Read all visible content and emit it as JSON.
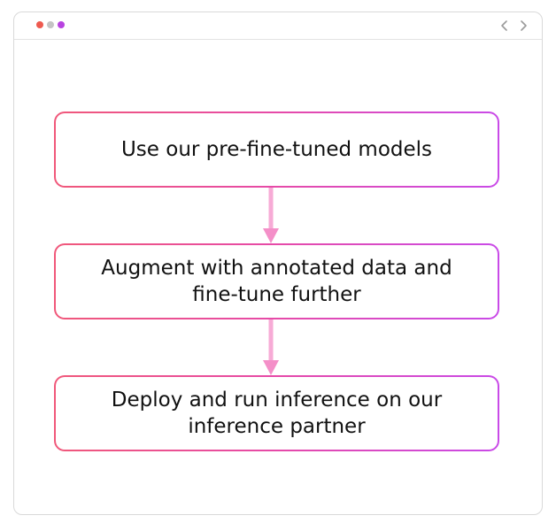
{
  "window": {
    "dot_colors": [
      "#ee5a4f",
      "#c4c4c4",
      "#b843e0"
    ],
    "nav": {
      "back_icon": "chevron-left-icon",
      "forward_icon": "chevron-right-icon"
    }
  },
  "flow": {
    "steps": [
      {
        "label": "Use our pre-fine-tuned models"
      },
      {
        "label": "Augment with annotated data and fine-tune further"
      },
      {
        "label": "Deploy and run inference on our inference partner"
      }
    ],
    "colors": {
      "border_start": "#f0587a",
      "border_end": "#c94ae8",
      "arrow": "#f48fc8"
    }
  }
}
